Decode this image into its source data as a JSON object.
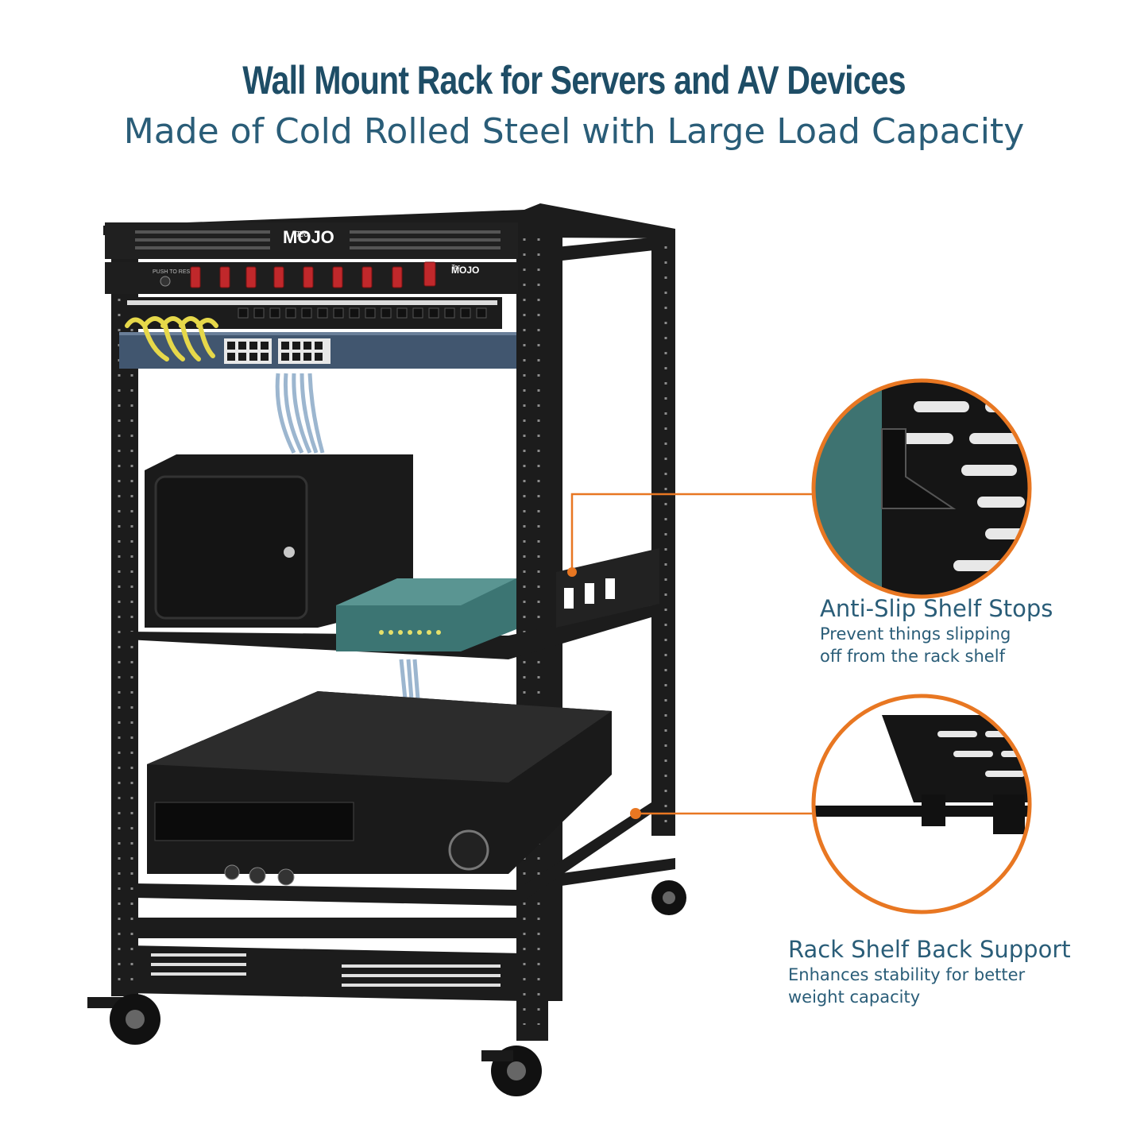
{
  "header": {
    "title": "Wall Mount Rack for Servers and AV Devices",
    "subtitle": "Made of Cold Rolled Steel with Large Load Capacity"
  },
  "brand": {
    "logo_small": "Tec",
    "logo_main": "MOJO",
    "reset_label": "PUSH TO RESET"
  },
  "callouts": [
    {
      "title": "Anti-Slip Shelf Stops",
      "desc_line1": "Prevent things slipping",
      "desc_line2": "off from the rack shelf"
    },
    {
      "title": "Rack Shelf Back Support",
      "desc_line1": "Enhances stability for better",
      "desc_line2": "weight capacity"
    }
  ],
  "colors": {
    "accent": "#e87722",
    "text": "#2a5d78",
    "frame": "#1a1a1a",
    "switch_red": "#c0282b"
  }
}
